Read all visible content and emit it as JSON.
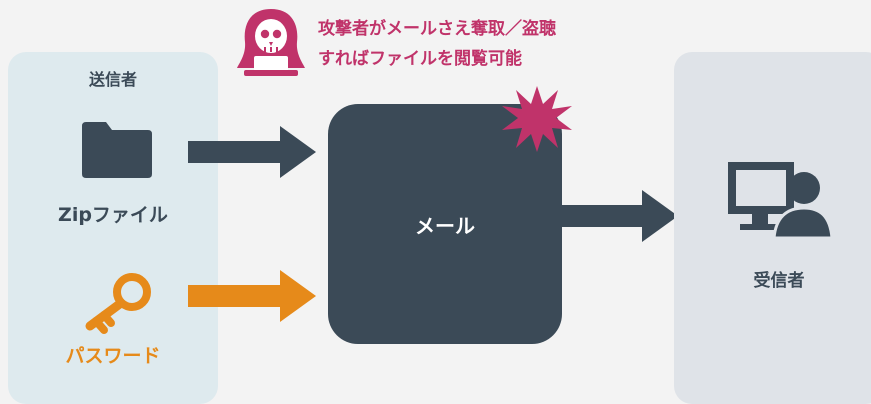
{
  "sender": {
    "title": "送信者"
  },
  "zip": {
    "label": "Zipファイル",
    "icon": "folder-icon"
  },
  "password": {
    "label": "パスワード",
    "icon": "key-icon"
  },
  "mail": {
    "label": "メール"
  },
  "receiver": {
    "title": "受信者",
    "icon": "user-computer-icon"
  },
  "attacker": {
    "icon": "hacker-icon",
    "line1": "攻撃者がメールさえ奪取／盗聴",
    "line2": "すればファイルを閲覧可能"
  },
  "colors": {
    "dark": "#3b4a57",
    "orange": "#e68a1a",
    "attack": "#c0336a",
    "sender_bg": "#deeaee",
    "receiver_bg": "#dfe3e8"
  }
}
